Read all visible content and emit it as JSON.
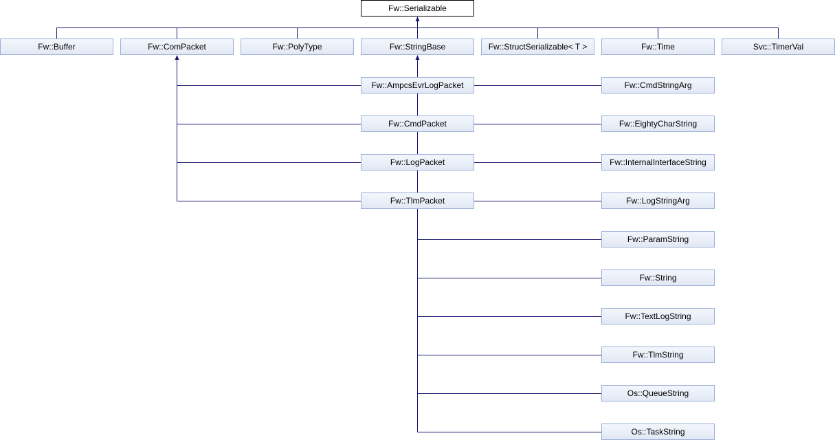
{
  "diagram": {
    "type": "class-inheritance",
    "colors": {
      "edge": "#191970",
      "node_border": "#9aaed8",
      "node_fill": "#e8edf8",
      "root_border": "#000000"
    },
    "root": {
      "label": "Fw::Serializable"
    },
    "children": [
      {
        "label": "Fw::Buffer"
      },
      {
        "label": "Fw::ComPacket",
        "children": [
          {
            "label": "Fw::AmpcsEvrLogPacket"
          },
          {
            "label": "Fw::CmdPacket"
          },
          {
            "label": "Fw::LogPacket"
          },
          {
            "label": "Fw::TlmPacket"
          }
        ]
      },
      {
        "label": "Fw::PolyType"
      },
      {
        "label": "Fw::StringBase",
        "children": [
          {
            "label": "Fw::CmdStringArg"
          },
          {
            "label": "Fw::EightyCharString"
          },
          {
            "label": "Fw::InternalInterfaceString"
          },
          {
            "label": "Fw::LogStringArg"
          },
          {
            "label": "Fw::ParamString"
          },
          {
            "label": "Fw::String"
          },
          {
            "label": "Fw::TextLogString"
          },
          {
            "label": "Fw::TlmString"
          },
          {
            "label": "Os::QueueString"
          },
          {
            "label": "Os::TaskString"
          }
        ]
      },
      {
        "label": "Fw::StructSerializable< T >"
      },
      {
        "label": "Fw::Time"
      },
      {
        "label": "Svc::TimerVal"
      }
    ]
  }
}
